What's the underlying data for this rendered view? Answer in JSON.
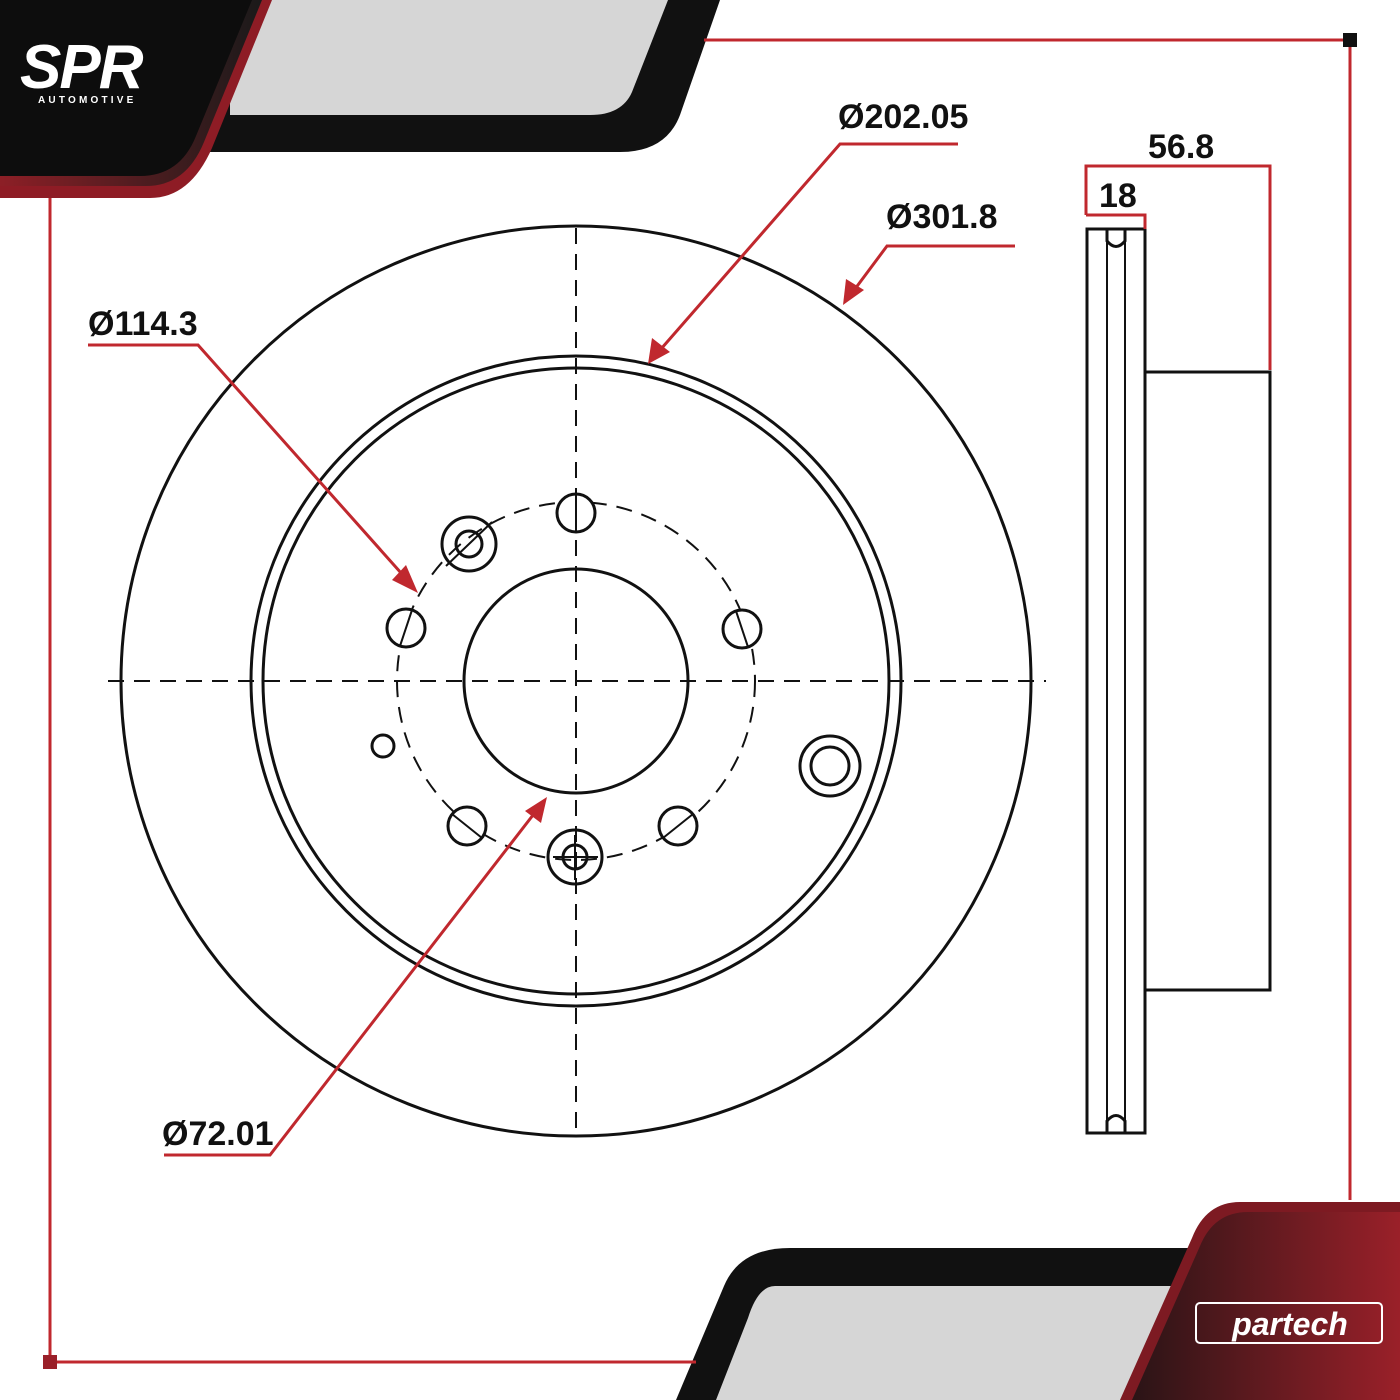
{
  "brand": {
    "logo_top": "SPR",
    "logo_top_sub": "AUTOMOTIVE",
    "logo_bottom": "partech"
  },
  "dimensions": {
    "outer_diameter": "Ø301.8",
    "inner_ring_diameter": "Ø202.05",
    "bolt_circle_diameter": "Ø114.3",
    "center_bore_diameter": "Ø72.01",
    "total_height": "56.8",
    "thickness": "18"
  },
  "colors": {
    "accent": "#c0282e",
    "dark": "#111111",
    "grey": "#d6d6d6"
  }
}
